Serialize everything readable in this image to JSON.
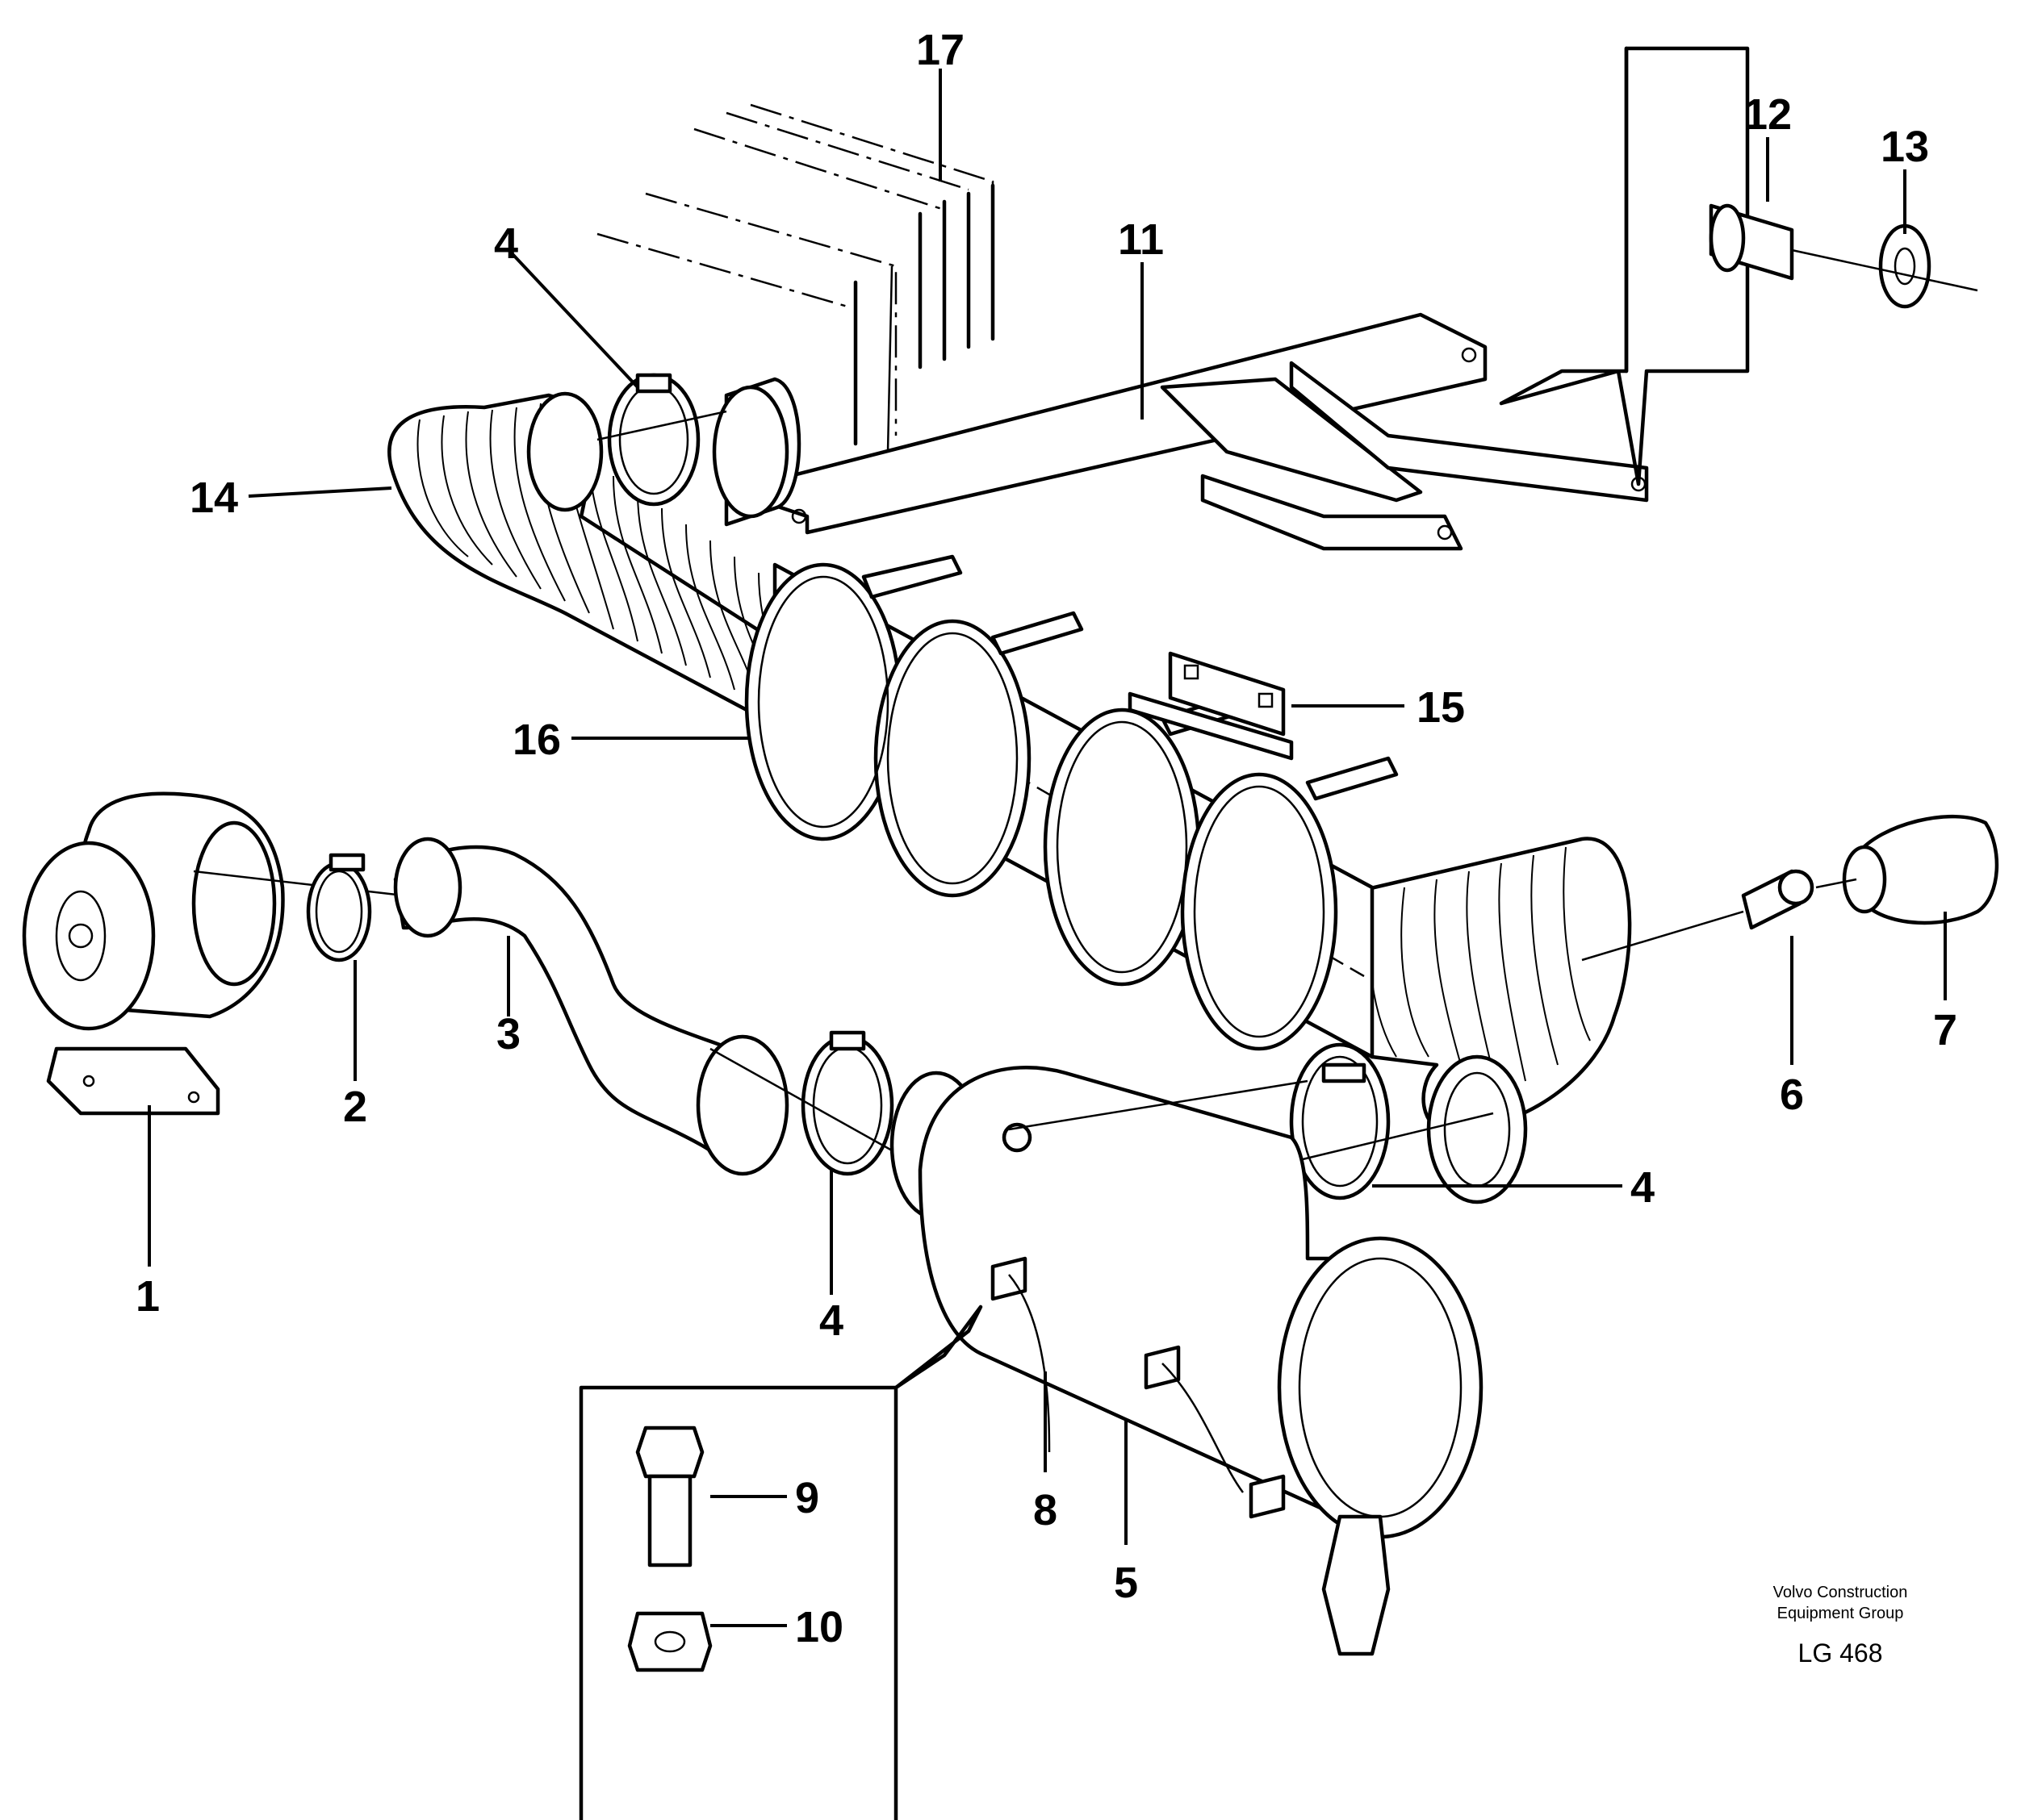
{
  "callouts": {
    "c1": "1",
    "c2": "2",
    "c3": "3",
    "c4a": "4",
    "c4b": "4",
    "c4c": "4",
    "c5": "5",
    "c6": "6",
    "c7": "7",
    "c8": "8",
    "c9": "9",
    "c10": "10",
    "c11": "11",
    "c12": "12",
    "c13": "13",
    "c14": "14",
    "c15": "15",
    "c16": "16",
    "c17": "17"
  },
  "credit": {
    "line1": "Volvo Construction",
    "line2": "Equipment Group",
    "code": "LG 468"
  }
}
